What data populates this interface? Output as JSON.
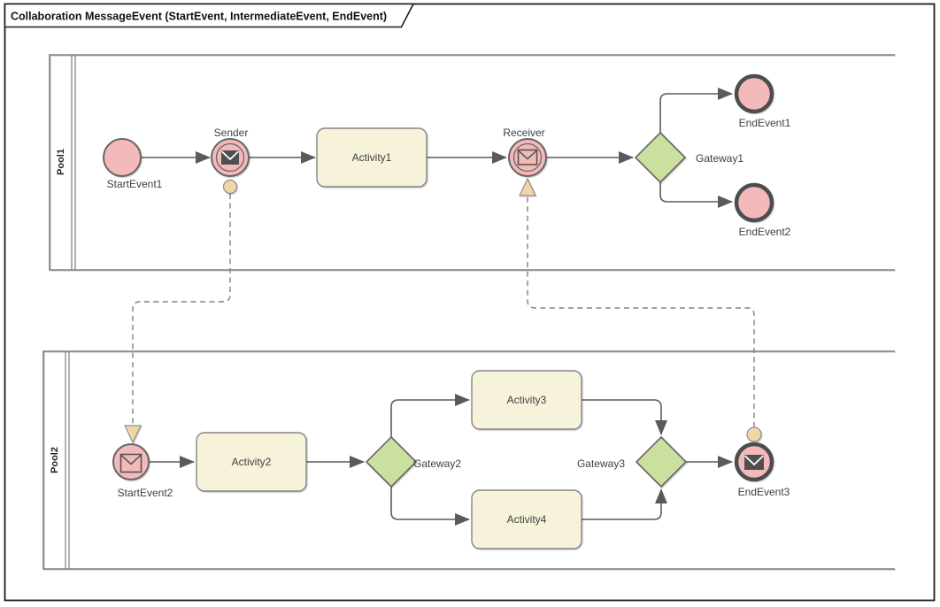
{
  "title": "Collaboration MessageEvent (StartEvent, IntermediateEvent, EndEvent)",
  "diagram_kind": "BPMN collaboration diagram",
  "colors": {
    "event-fill": "#f4b9b9",
    "event-border": "#666666",
    "end-border": "#4d4d4d",
    "activity-fill": "#f7f3da",
    "activity-border": "#858585",
    "gateway-fill": "#cbe09e",
    "marker-fill": "#eed9a6",
    "envelope-dark": "#4f4f4f",
    "connector": "#5a5a5a",
    "msgflow": "#808080",
    "pool-border": "#7d7d7d",
    "label-color": "#3f3f3f"
  },
  "pools": [
    {
      "label": "Pool1"
    },
    {
      "label": "Pool2"
    }
  ],
  "nodes": {
    "startEvent1": {
      "label": "StartEvent1",
      "type": "start-event"
    },
    "sender": {
      "label": "Sender",
      "type": "intermediate-message-throw-event"
    },
    "activity1": {
      "label": "Activity1",
      "type": "task"
    },
    "receiver": {
      "label": "Receiver",
      "type": "intermediate-message-catch-event"
    },
    "gateway1": {
      "label": "Gateway1",
      "type": "gateway"
    },
    "endEvent1": {
      "label": "EndEvent1",
      "type": "end-event"
    },
    "endEvent2": {
      "label": "EndEvent2",
      "type": "end-event"
    },
    "startEvent2": {
      "label": "StartEvent2",
      "type": "message-start-event"
    },
    "activity2": {
      "label": "Activity2",
      "type": "task"
    },
    "gateway2": {
      "label": "Gateway2",
      "type": "gateway"
    },
    "activity3": {
      "label": "Activity3",
      "type": "task"
    },
    "activity4": {
      "label": "Activity4",
      "type": "task"
    },
    "gateway3": {
      "label": "Gateway3",
      "type": "gateway"
    },
    "endEvent3": {
      "label": "EndEvent3",
      "type": "message-end-event"
    }
  },
  "connections": {
    "sequence_flows": [
      "StartEvent1 -> Sender",
      "Sender -> Activity1",
      "Activity1 -> Receiver",
      "Receiver -> Gateway1",
      "Gateway1 -> EndEvent1",
      "Gateway1 -> EndEvent2",
      "StartEvent2 -> Activity2",
      "Activity2 -> Gateway2",
      "Gateway2 -> Activity3",
      "Gateway2 -> Activity4",
      "Activity3 -> Gateway3",
      "Activity4 -> Gateway3",
      "Gateway3 -> EndEvent3"
    ],
    "message_flows": [
      "Sender -> StartEvent2",
      "EndEvent3 -> Receiver"
    ]
  }
}
